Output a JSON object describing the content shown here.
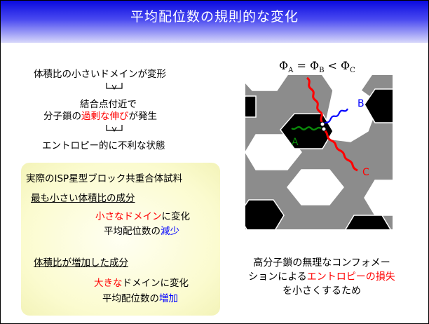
{
  "slide": {
    "title": "平均配位数の規則的な変化"
  },
  "flow": {
    "step1": "体積比の小さいドメインが変形",
    "step2_line1": "結合点付近で",
    "step2_pre": "分子鎖の",
    "step2_highlight": "過剰な伸び",
    "step2_post": "が発生",
    "step3": "エントロピー的に不利な状態"
  },
  "samples": {
    "heading": "実際のISP星型ブロック共重合体試料",
    "item1": {
      "label": "最も小さい体積比の成分",
      "line1_highlight": "小さなドメイン",
      "line1_post": "に変化",
      "line2_pre": "平均配位数の",
      "line2_highlight": "減少"
    },
    "item2": {
      "label": "体積比が増加した成分",
      "line1_highlight": "大きな",
      "line1_post": "ドメインに変化",
      "line2_pre": "平均配位数の",
      "line2_highlight": "増加"
    }
  },
  "equation": {
    "phi": "Φ",
    "sub_a": "A",
    "sub_b": "B",
    "sub_c": "C",
    "eq": "=",
    "lt": "<"
  },
  "diagram": {
    "label_a": "A",
    "label_b": "B",
    "label_c": "C"
  },
  "conclusion": {
    "line1": "高分子鎖の無理なコンフォメー",
    "line2_pre": "ションによる",
    "line2_highlight": "エントロピーの損失",
    "line3": "を小さくするため"
  },
  "colors": {
    "title_blue": "#0a0ae0",
    "red": "#ff0000",
    "blue": "#0000ff",
    "green": "#0a8a0a",
    "gray": "#8c8c8c",
    "yellow_bg": "#fbfbcf"
  }
}
